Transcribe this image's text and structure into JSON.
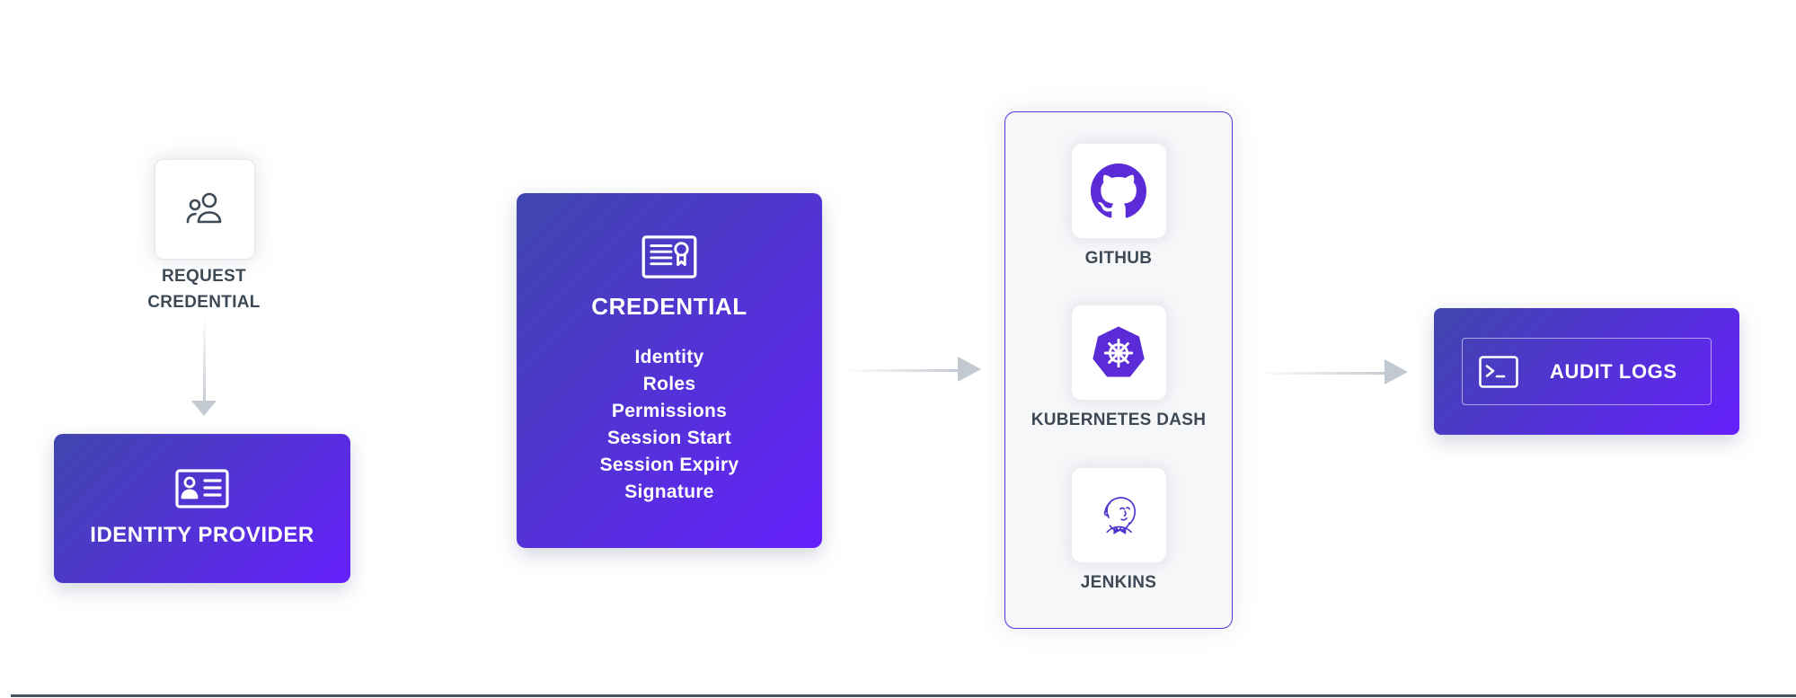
{
  "diagram": {
    "request_credential": {
      "label": "REQUEST CREDENTIAL",
      "icon": "users-icon"
    },
    "identity_provider": {
      "label": "IDENTITY PROVIDER",
      "icon": "id-card-icon"
    },
    "credential": {
      "title": "CREDENTIAL",
      "icon": "certificate-icon",
      "fields": [
        "Identity",
        "Roles",
        "Permissions",
        "Session Start",
        "Session Expiry",
        "Signature"
      ]
    },
    "targets": [
      {
        "label": "GITHUB",
        "icon": "github-logo"
      },
      {
        "label": "KUBERNETES DASH",
        "icon": "kubernetes-logo"
      },
      {
        "label": "JENKINS",
        "icon": "jenkins-logo"
      }
    ],
    "audit_logs": {
      "label": "AUDIT LOGS",
      "icon": "terminal-icon"
    },
    "colors": {
      "gradient_start": "#3f46ad",
      "gradient_end": "#6620fc",
      "logo_purple": "#5a2bd6",
      "text_dark": "#3d4a56",
      "arrow_gray": "#c3c9d1",
      "container_border": "#5c31d9",
      "container_bg": "#f6f7f9",
      "bottom_rule": "#47535c"
    }
  }
}
